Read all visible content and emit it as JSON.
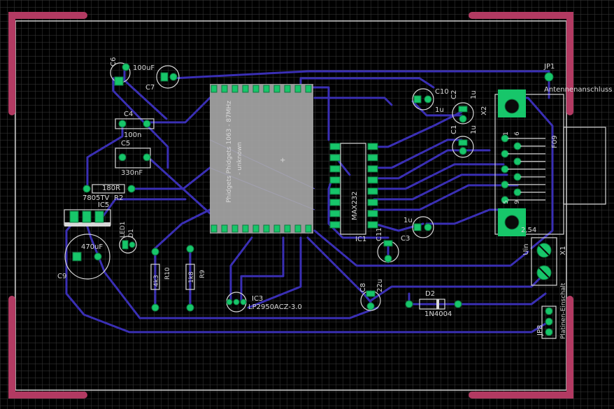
{
  "labels": {
    "c6": "C6",
    "c6_val": "100uF",
    "c7": "C7",
    "c4": "C4",
    "c4_val": "100n",
    "c5": "C5",
    "c5_val": "330nF",
    "r2_val": "180R",
    "ic5_val": "7805TV",
    "r2": "R2",
    "ic5": "IC5",
    "led1": "LED1",
    "d1": "D1",
    "c9_val": "470uF",
    "c9": "C9",
    "r10_val": "4k3",
    "r10": "R10",
    "r9_val": "1k8",
    "r9": "R9",
    "ic3": "IC3",
    "ic3_val": "LP2950ACZ-3.0",
    "module_l1": "Phidgets Phidgets 1063 - 87MHz",
    "module_l2": "- unknown",
    "c10": "C10",
    "c10_val": "1u",
    "c2": "C2",
    "c2_val": "1u",
    "c1": "C1",
    "c1_val": "1u",
    "ic1_val": "MAX232",
    "ic1": "IC1",
    "c11": "C11",
    "c3": "C3",
    "c3_val": "1u",
    "c8": "C8",
    "c8_val": "22u",
    "d2": "D2",
    "d2_val": "1N4004",
    "jp1": "JP1",
    "antenna": "Antennenanschluss",
    "x2": "X2",
    "f09": "F09",
    "pitch": "2,54",
    "pin1": "1",
    "pin6": "6",
    "pin5": "5",
    "pin9": "9",
    "uin": "Uin",
    "x1": "X1",
    "jp8": "JP8",
    "platinen": "Platinen-Einschalt"
  },
  "colors": {
    "background": "#000000",
    "grid": "#3b3b3b",
    "trace": "#3a2fb4",
    "pad": "#17c66a",
    "silkscreen": "#d8d8d8",
    "corner_markers": "#b23a62",
    "module_fill": "#a9a9a9"
  }
}
